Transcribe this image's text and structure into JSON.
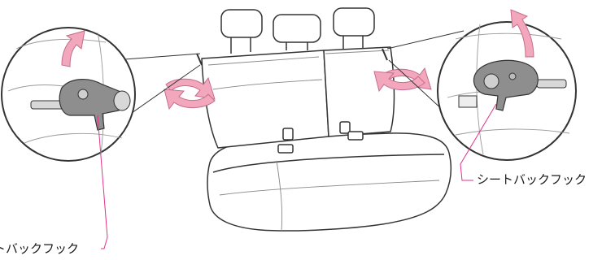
{
  "callouts": {
    "left_label": "トバックフック",
    "right_label": "シートバックフック"
  },
  "colors": {
    "arrow_pink": "#f2a7bd",
    "leader_line": "#e0338a",
    "line_art": "#333333",
    "part_gray": "#8e8e8e"
  },
  "icons": [
    "fold-arrow-icon",
    "rotate-arrow-icon",
    "seatback-hook-icon",
    "seat-illustration"
  ]
}
